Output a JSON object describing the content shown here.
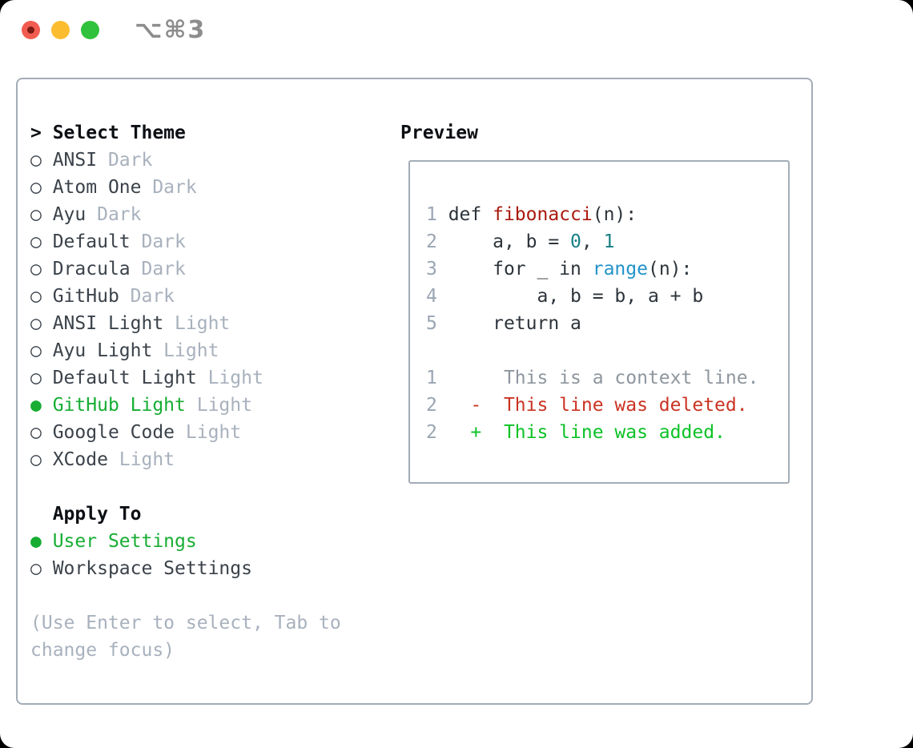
{
  "window": {
    "title": "⌥⌘3"
  },
  "glyphs": {
    "radio_on": "●",
    "radio_off": "○",
    "heading_prefix": "> "
  },
  "theme_panel": {
    "heading": "Select Theme",
    "items": [
      {
        "label": "ANSI",
        "tag": "Dark",
        "selected": false
      },
      {
        "label": "Atom One",
        "tag": "Dark",
        "selected": false
      },
      {
        "label": "Ayu",
        "tag": "Dark",
        "selected": false
      },
      {
        "label": "Default",
        "tag": "Dark",
        "selected": false
      },
      {
        "label": "Dracula",
        "tag": "Dark",
        "selected": false
      },
      {
        "label": "GitHub",
        "tag": "Dark",
        "selected": false
      },
      {
        "label": "ANSI Light",
        "tag": "Light",
        "selected": false
      },
      {
        "label": "Ayu Light",
        "tag": "Light",
        "selected": false
      },
      {
        "label": "Default Light",
        "tag": "Light",
        "selected": false
      },
      {
        "label": "GitHub Light",
        "tag": "Light",
        "selected": true
      },
      {
        "label": "Google Code",
        "tag": "Light",
        "selected": false
      },
      {
        "label": "XCode",
        "tag": "Light",
        "selected": false
      }
    ],
    "apply_heading": "Apply To",
    "apply_items": [
      {
        "label": "User Settings",
        "selected": true
      },
      {
        "label": "Workspace Settings",
        "selected": false
      }
    ],
    "hint_line1": "(Use Enter to select, Tab to",
    "hint_line2": "change focus)"
  },
  "preview": {
    "heading": "Preview",
    "lines": [
      {
        "no": "1",
        "tokens": [
          {
            "t": "def ",
            "c": "plain"
          },
          {
            "t": "fibonacci",
            "c": "func"
          },
          {
            "t": "(n):",
            "c": "plain"
          }
        ]
      },
      {
        "no": "2",
        "tokens": [
          {
            "t": "    a, b = ",
            "c": "plain"
          },
          {
            "t": "0",
            "c": "num"
          },
          {
            "t": ", ",
            "c": "plain"
          },
          {
            "t": "1",
            "c": "num"
          }
        ]
      },
      {
        "no": "3",
        "tokens": [
          {
            "t": "    for _ in ",
            "c": "plain"
          },
          {
            "t": "range",
            "c": "builtin"
          },
          {
            "t": "(n):",
            "c": "plain"
          }
        ]
      },
      {
        "no": "4",
        "tokens": [
          {
            "t": "        a, b = b, a + b",
            "c": "plain"
          }
        ]
      },
      {
        "no": "5",
        "tokens": [
          {
            "t": "    return a",
            "c": "plain"
          }
        ]
      },
      {
        "no": "",
        "tokens": []
      },
      {
        "no": "1",
        "tokens": [
          {
            "t": "     This is a context line.",
            "c": "context"
          }
        ]
      },
      {
        "no": "2",
        "tokens": [
          {
            "t": "  -  This line was deleted.",
            "c": "deleted"
          }
        ]
      },
      {
        "no": "2",
        "tokens": [
          {
            "t": "  +  This line was added.",
            "c": "added"
          }
        ]
      }
    ]
  },
  "colors": {
    "traffic_red": "#f25c50",
    "traffic_red_dot": "#7c1a13",
    "traffic_yellow": "#fbbc30",
    "traffic_green": "#30c23c",
    "title_gray": "#8d8d8d",
    "border_gray": "#a3acb7",
    "heading": "#0c0f13",
    "item": "#3b424a",
    "tag": "#a8b1bd",
    "hint": "#a8b1bd",
    "green": "#17ad33",
    "lineno": "#9aa5b3",
    "plain": "#2d343b",
    "func": "#a81a0e",
    "num": "#177f86",
    "builtin": "#2293c9",
    "context": "#8e969e",
    "deleted": "#ca3323",
    "added": "#0bc226"
  }
}
